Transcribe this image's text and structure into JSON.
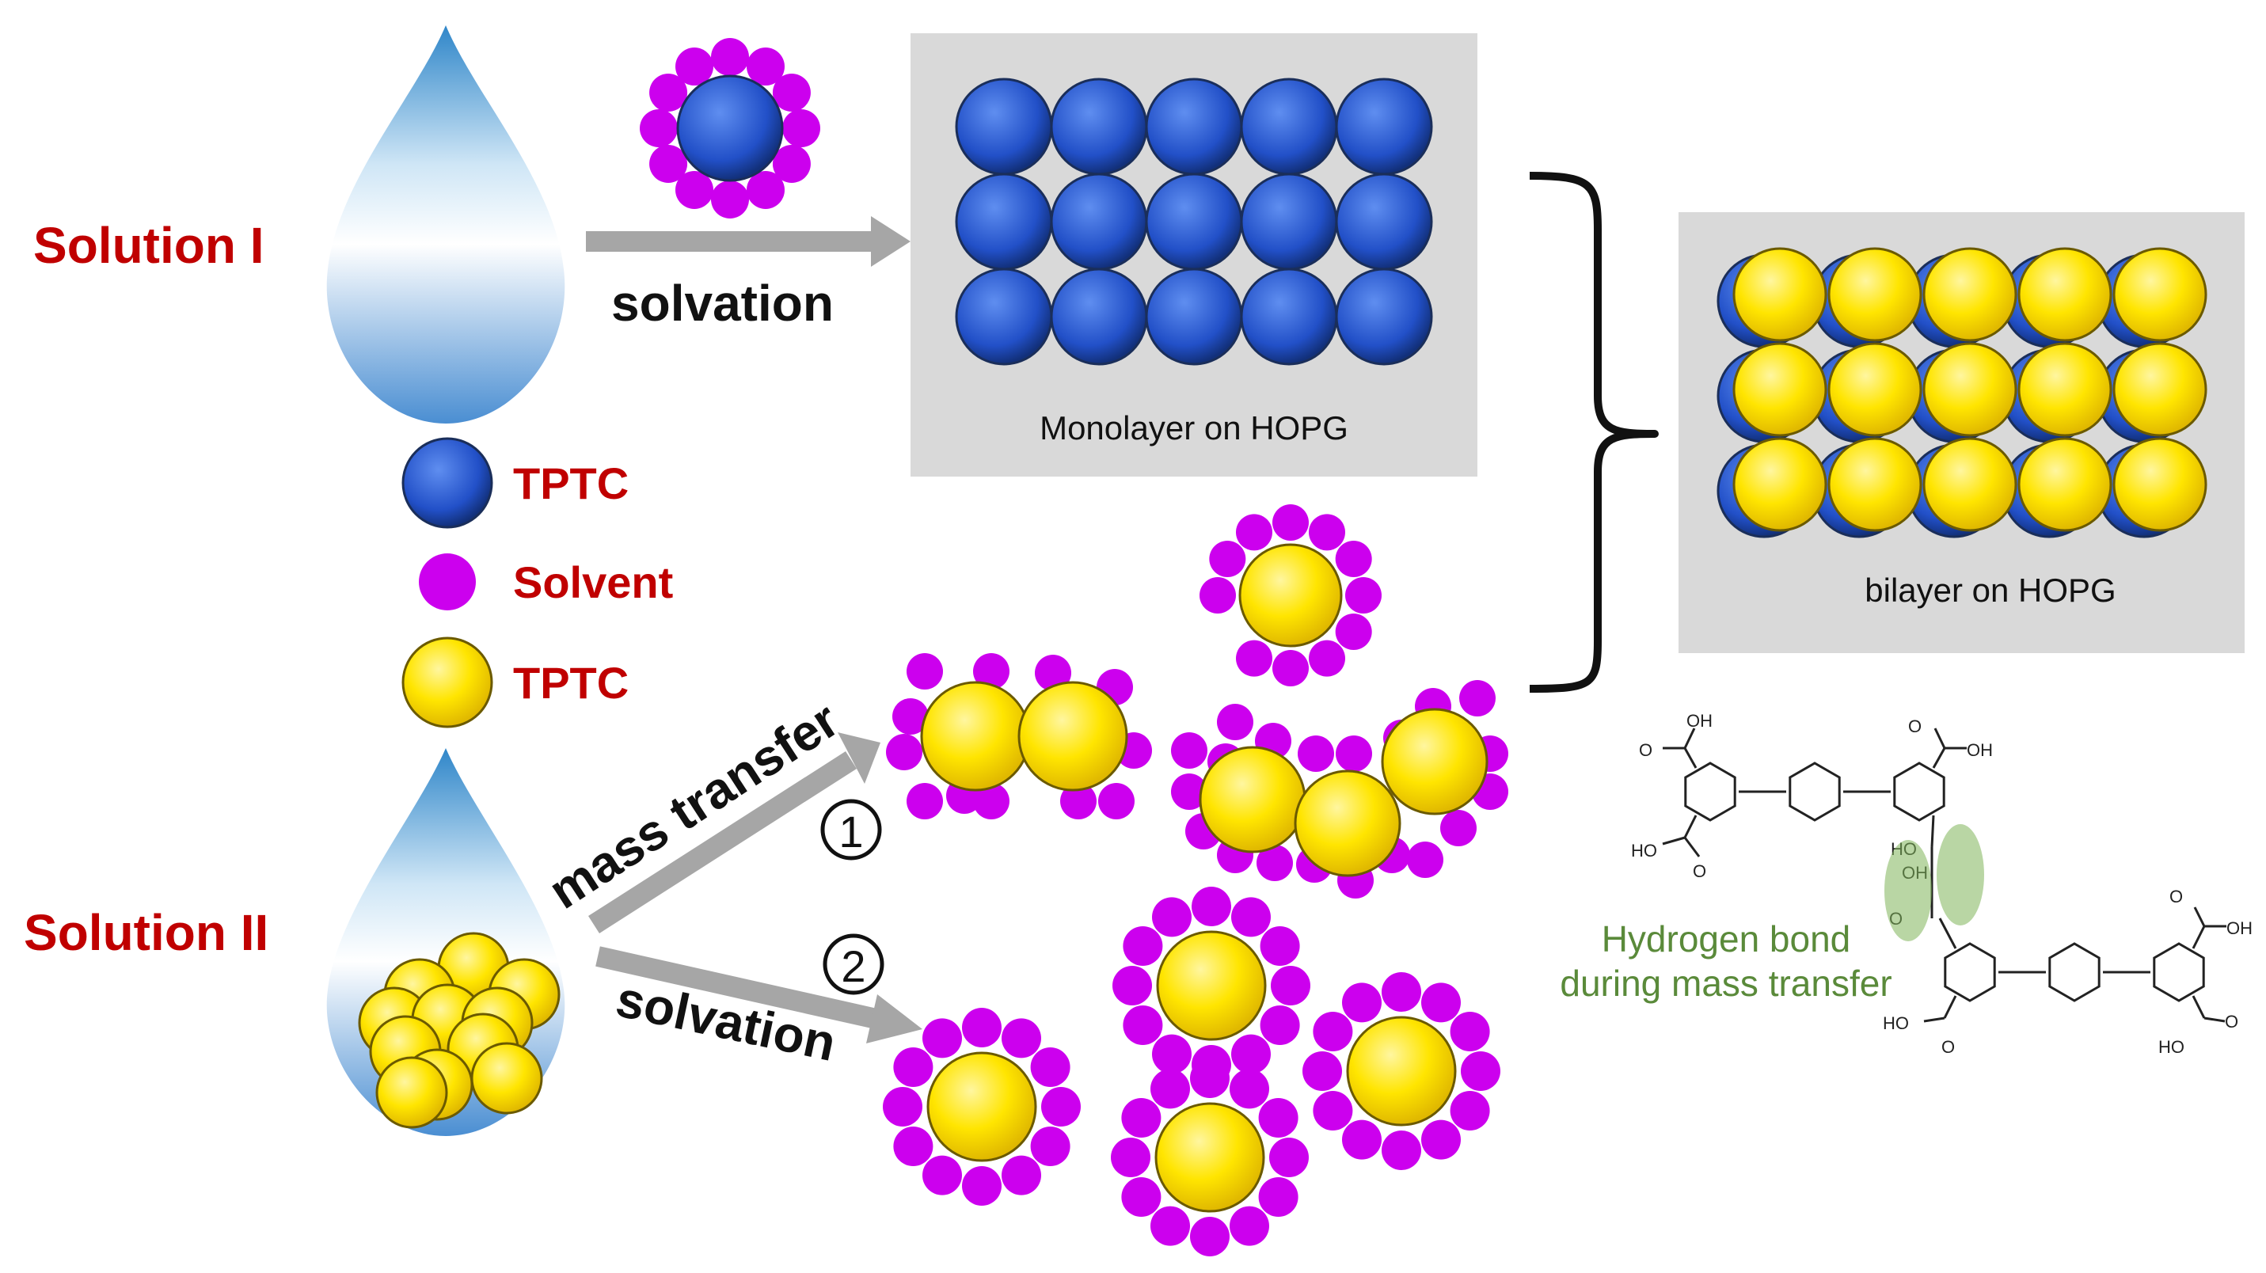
{
  "solution_labels": {
    "solution1": "Solution I",
    "solution2": "Solution II"
  },
  "arrows": {
    "top_solvation": "solvation",
    "mass_transfer": "mass transfer",
    "bottom_solvation": "solvation",
    "path1": "①",
    "path2": "②"
  },
  "panels": {
    "monolayer": "Monolayer on HOPG",
    "bilayer": "bilayer on HOPG"
  },
  "legend": {
    "blue": "TPTC",
    "solvent": "Solvent",
    "yellow": "TPTC"
  },
  "molecule": {
    "oh": "OH",
    "ho": "HO",
    "o": "O"
  },
  "hbond": {
    "line1": "Hydrogen bond",
    "line2": "during mass transfer"
  },
  "colors": {
    "label_red": "#c00000",
    "hbond_green": "#5a8a3a",
    "panel_gray": "#d9d9d9",
    "solvent_purple": "#cc00ee",
    "tptc_yellow": "#ffe500",
    "tptc_blue": "#1f4fbf",
    "arrow_gray": "#a6a6a6"
  }
}
